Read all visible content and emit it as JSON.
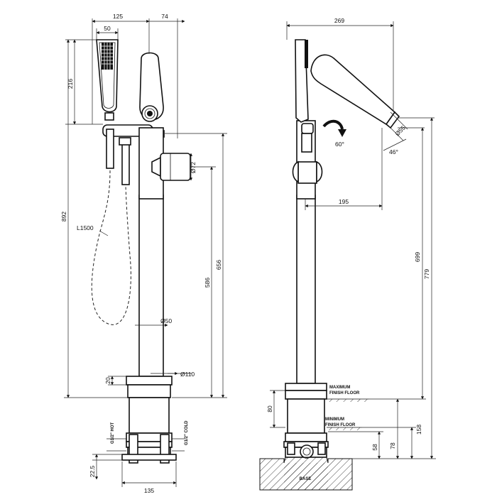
{
  "front_view": {
    "dim_125": "125",
    "dim_74": "74",
    "dim_50": "50",
    "dim_216": "216",
    "dim_892": "892",
    "dim_656": "656",
    "dim_586": "586",
    "dim_d72": "Ø72",
    "dim_d50": "Ø50",
    "dim_d110": "Ø110",
    "dim_20": "20",
    "dim_22_5": "22.5",
    "dim_135": "135",
    "hose_label": "L1500",
    "hot_label": "G1/2\" HOT",
    "cold_label": "G1/2\" COLD"
  },
  "side_view": {
    "dim_269": "269",
    "dim_195": "195",
    "dim_699": "699",
    "dim_779": "779",
    "dim_d55": "Ø55",
    "angle_46": "46°",
    "rotation_60": "60°",
    "dim_80": "80",
    "dim_158": "158",
    "dim_58": "58",
    "dim_78": "78",
    "max_floor_line1": "MAXIMUM",
    "max_floor_line2": "FINISH FLOOR",
    "min_floor_line1": "MINIMUM",
    "min_floor_line2": "FINISH FLOOR",
    "base_label": "BASE"
  }
}
